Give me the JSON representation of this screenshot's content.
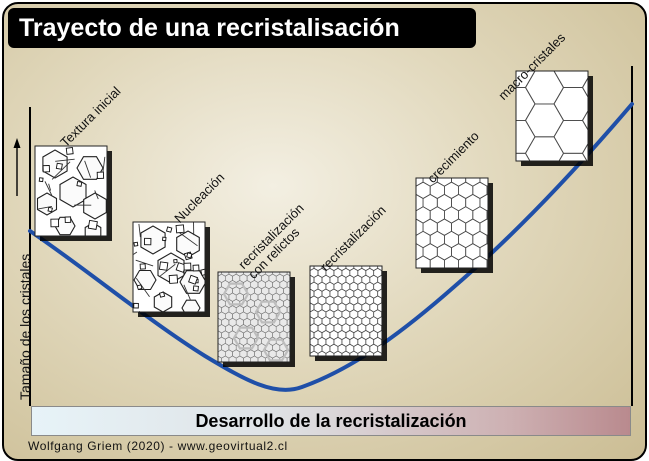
{
  "title": "Trayecto de una recristalisación",
  "y_axis_label": "Tamaño de los cristales",
  "x_axis_label": "Desarrollo de la recristalización",
  "credit": "Wolfgang Griem (2020) - www.geovirtual2.cl",
  "stages": [
    {
      "lines": [
        "Textura inicial"
      ],
      "pattern": "initial-texture"
    },
    {
      "lines": [
        "Nucleación"
      ],
      "pattern": "nucleation"
    },
    {
      "lines": [
        "recristalización",
        "con relictos"
      ],
      "pattern": "fine-with-relicts"
    },
    {
      "lines": [
        "recristalización"
      ],
      "pattern": "fine-hexagons"
    },
    {
      "lines": [
        "crecimiento"
      ],
      "pattern": "medium-hexagons"
    },
    {
      "lines": [
        "macro-cristales"
      ],
      "pattern": "large-hexagons"
    }
  ],
  "colors": {
    "curve": "#1f4fa8",
    "title_background": "#000000",
    "title_text": "#ffffff",
    "panel_background": "#ffffff",
    "grain_stroke": "#4a4a4a"
  }
}
